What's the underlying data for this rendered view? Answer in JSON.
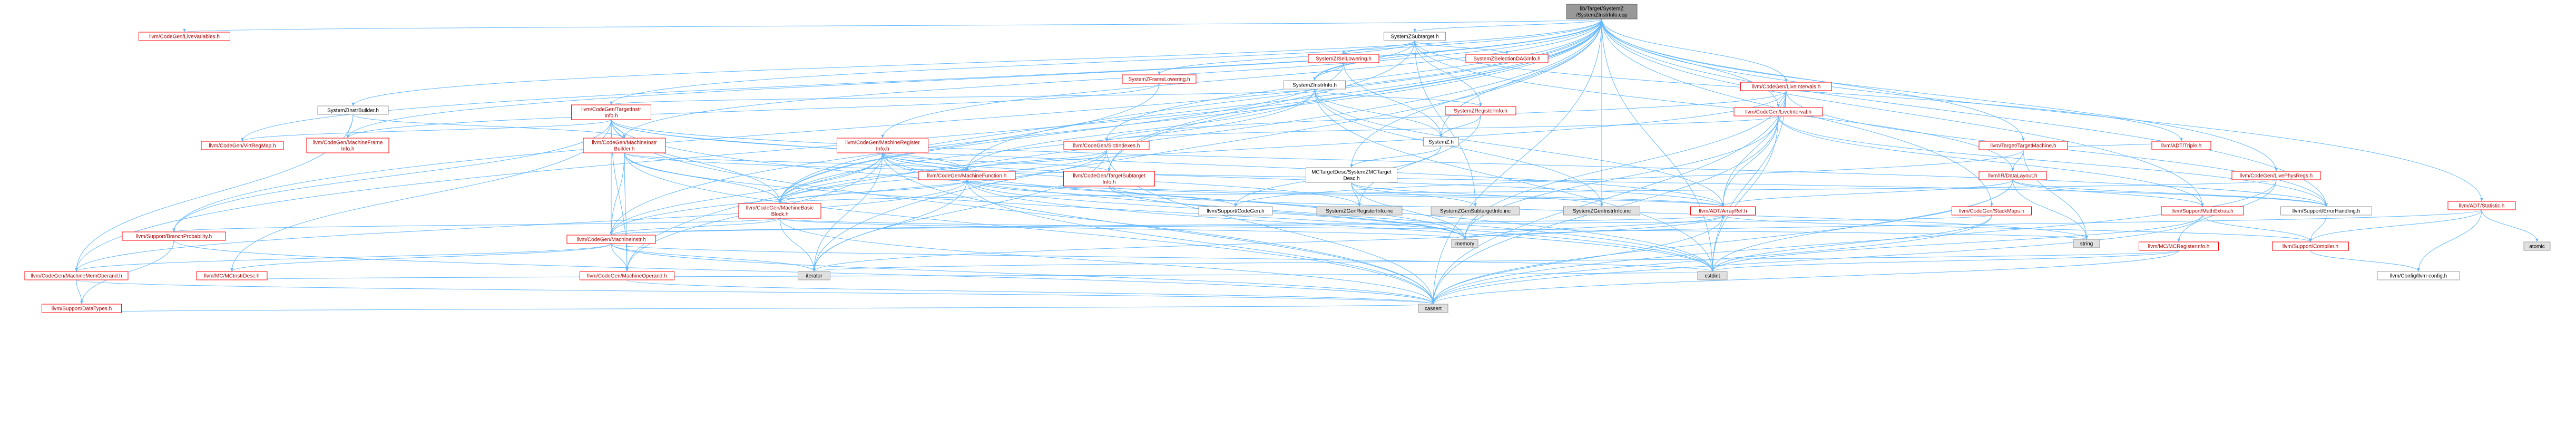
{
  "colors": {
    "edge": "#63b8ff",
    "root_fill": "#999999",
    "root_border": "#666666",
    "red_border": "#ff0000",
    "gray_border": "#999999",
    "node_fill": "#ffffff",
    "external_fill": "#e0e0e0",
    "text": "#000000",
    "red_text": "#b00000"
  },
  "nodes": [
    {
      "id": "root",
      "lines": [
        "lib/Target/SystemZ",
        "/SystemZInstrInfo.cpp"
      ],
      "style": "root"
    },
    {
      "id": "SystemZSubtarget",
      "lines": [
        "SystemZSubtarget.h"
      ],
      "style": "gray"
    },
    {
      "id": "SystemZISelLowering",
      "lines": [
        "SystemZISelLowering.h"
      ],
      "style": "red"
    },
    {
      "id": "SystemZSelectionDAGInfo",
      "lines": [
        "SystemZSelectionDAGInfo.h"
      ],
      "style": "red"
    },
    {
      "id": "SystemZFrameLowering",
      "lines": [
        "SystemZFrameLowering.h"
      ],
      "style": "red"
    },
    {
      "id": "SystemZInstrInfo",
      "lines": [
        "SystemZInstrInfo.h"
      ],
      "style": "gray"
    },
    {
      "id": "SystemZInstrBuilder",
      "lines": [
        "SystemZInstrBuilder.h"
      ],
      "style": "gray"
    },
    {
      "id": "TargetInstrInfo",
      "lines": [
        "llvm/CodeGen/TargetInstr",
        "Info.h"
      ],
      "style": "red"
    },
    {
      "id": "MachineRegisterInfo",
      "lines": [
        "llvm/CodeGen/MachineRegister",
        "Info.h"
      ],
      "style": "red"
    },
    {
      "id": "SlotIndexes",
      "lines": [
        "llvm/CodeGen/SlotIndexes.h"
      ],
      "style": "red"
    },
    {
      "id": "SystemZRegisterInfo",
      "lines": [
        "SystemZRegisterInfo.h"
      ],
      "style": "red"
    },
    {
      "id": "SystemZ",
      "lines": [
        "SystemZ.h"
      ],
      "style": "gray"
    },
    {
      "id": "MCTargetDesc",
      "lines": [
        "MCTargetDesc/SystemZMCTarget",
        "Desc.h"
      ],
      "style": "gray"
    },
    {
      "id": "LiveVariables",
      "lines": [
        "llvm/CodeGen/LiveVariables.h"
      ],
      "style": "red"
    },
    {
      "id": "VirtRegMap",
      "lines": [
        "llvm/CodeGen/VirtRegMap.h"
      ],
      "style": "red"
    },
    {
      "id": "MachineFrameInfo",
      "lines": [
        "llvm/CodeGen/MachineFrame",
        "Info.h"
      ],
      "style": "red"
    },
    {
      "id": "MachineInstrBuilder",
      "lines": [
        "llvm/CodeGen/MachineInstr",
        "Builder.h"
      ],
      "style": "red"
    },
    {
      "id": "MachineFunction",
      "lines": [
        "llvm/CodeGen/MachineFunction.h"
      ],
      "style": "red"
    },
    {
      "id": "TargetSubtargetInfo",
      "lines": [
        "llvm/CodeGen/TargetSubtarget",
        "Info.h"
      ],
      "style": "red"
    },
    {
      "id": "LiveIntervals",
      "lines": [
        "llvm/CodeGen/LiveIntervals.h"
      ],
      "style": "red"
    },
    {
      "id": "LiveInterval",
      "lines": [
        "llvm/CodeGen/LiveInterval.h"
      ],
      "style": "red"
    },
    {
      "id": "TargetMachine",
      "lines": [
        "llvm/Target/TargetMachine.h"
      ],
      "style": "red"
    },
    {
      "id": "DataLayout",
      "lines": [
        "llvm/IR/DataLayout.h"
      ],
      "style": "red"
    },
    {
      "id": "LivePhysRegs",
      "lines": [
        "llvm/CodeGen/LivePhysRegs.h"
      ],
      "style": "red"
    },
    {
      "id": "Statistic",
      "lines": [
        "llvm/ADT/Statistic.h"
      ],
      "style": "red"
    },
    {
      "id": "MachineBasicBlock",
      "lines": [
        "llvm/CodeGen/MachineBasic",
        "Block.h"
      ],
      "style": "red"
    },
    {
      "id": "SupportCodeGen",
      "lines": [
        "llvm/Support/CodeGen.h"
      ],
      "style": "gray"
    },
    {
      "id": "SubtargetInfoInc",
      "lines": [
        "SystemZGenSubtargetInfo.inc"
      ],
      "style": "external"
    },
    {
      "id": "InstrInfoInc",
      "lines": [
        "SystemZGenInstrInfo.inc"
      ],
      "style": "external"
    },
    {
      "id": "RegisterInfoInc",
      "lines": [
        "SystemZGenRegisterInfo.inc"
      ],
      "style": "external"
    },
    {
      "id": "ArrayRef",
      "lines": [
        "llvm/ADT/ArrayRef.h"
      ],
      "style": "red"
    },
    {
      "id": "StackMaps",
      "lines": [
        "llvm/CodeGen/StackMaps.h"
      ],
      "style": "red"
    },
    {
      "id": "ADTTriple",
      "lines": [
        "llvm/ADT/Triple.h"
      ],
      "style": "red"
    },
    {
      "id": "ErrorHandling",
      "lines": [
        "llvm/Support/ErrorHandling.h"
      ],
      "style": "gray"
    },
    {
      "id": "MathExtras",
      "lines": [
        "llvm/Support/MathExtras.h"
      ],
      "style": "red"
    },
    {
      "id": "BranchProbability",
      "lines": [
        "llvm/Support/BranchProbability.h"
      ],
      "style": "red"
    },
    {
      "id": "MachineInstr",
      "lines": [
        "llvm/CodeGen/MachineInstr.h"
      ],
      "style": "red"
    },
    {
      "id": "MCRegisterInfo",
      "lines": [
        "llvm/MC/MCRegisterInfo.h"
      ],
      "style": "red"
    },
    {
      "id": "SupportCompiler",
      "lines": [
        "llvm/Support/Compiler.h"
      ],
      "style": "red"
    },
    {
      "id": "atomic",
      "lines": [
        "atomic"
      ],
      "style": "external"
    },
    {
      "id": "memory",
      "lines": [
        "memory"
      ],
      "style": "external"
    },
    {
      "id": "string",
      "lines": [
        "string"
      ],
      "style": "external"
    },
    {
      "id": "iterator",
      "lines": [
        "iterator"
      ],
      "style": "external"
    },
    {
      "id": "cstdint",
      "lines": [
        "cstdint"
      ],
      "style": "external"
    },
    {
      "id": "cassert",
      "lines": [
        "cassert"
      ],
      "style": "external"
    },
    {
      "id": "MachineMemOperand",
      "lines": [
        "llvm/CodeGen/MachineMemOperand.h"
      ],
      "style": "red"
    },
    {
      "id": "MCInstrDesc",
      "lines": [
        "llvm/MC/MCInstrDesc.h"
      ],
      "style": "red"
    },
    {
      "id": "MachineOperand",
      "lines": [
        "llvm/CodeGen/MachineOperand.h"
      ],
      "style": "red"
    },
    {
      "id": "DataTypes",
      "lines": [
        "llvm/Support/DataTypes.h"
      ],
      "style": "red"
    },
    {
      "id": "LlvmConfig",
      "lines": [
        "llvm/Config/llvm-config.h"
      ],
      "style": "gray"
    }
  ],
  "edges": [
    [
      "root",
      "SystemZSubtarget"
    ],
    [
      "root",
      "LiveVariables"
    ],
    [
      "root",
      "VirtRegMap"
    ],
    [
      "root",
      "MachineFrameInfo"
    ],
    [
      "root",
      "SystemZInstrBuilder"
    ],
    [
      "root",
      "TargetInstrInfo"
    ],
    [
      "root",
      "MachineRegisterInfo"
    ],
    [
      "root",
      "SlotIndexes"
    ],
    [
      "root",
      "SystemZ"
    ],
    [
      "root",
      "MCTargetDesc"
    ],
    [
      "root",
      "SystemZInstrInfo"
    ],
    [
      "root",
      "MachineFunction"
    ],
    [
      "root",
      "MachineInstrBuilder"
    ],
    [
      "root",
      "MachineBasicBlock"
    ],
    [
      "root",
      "MachineInstr"
    ],
    [
      "root",
      "MachineMemOperand"
    ],
    [
      "root",
      "MachineOperand"
    ],
    [
      "root",
      "BranchProbability"
    ],
    [
      "root",
      "LiveIntervals"
    ],
    [
      "root",
      "LiveInterval"
    ],
    [
      "root",
      "TargetMachine"
    ],
    [
      "root",
      "LivePhysRegs"
    ],
    [
      "root",
      "Statistic"
    ],
    [
      "root",
      "StackMaps"
    ],
    [
      "root",
      "TargetSubtargetInfo"
    ],
    [
      "root",
      "ErrorHandling"
    ],
    [
      "root",
      "MathExtras"
    ],
    [
      "root",
      "cassert"
    ],
    [
      "root",
      "cstdint"
    ],
    [
      "root",
      "iterator"
    ],
    [
      "root",
      "InstrInfoInc"
    ],
    [
      "SystemZSubtarget",
      "SystemZISelLowering"
    ],
    [
      "SystemZSubtarget",
      "SystemZSelectionDAGInfo"
    ],
    [
      "SystemZSubtarget",
      "SystemZFrameLowering"
    ],
    [
      "SystemZSubtarget",
      "SystemZInstrInfo"
    ],
    [
      "SystemZSubtarget",
      "SystemZRegisterInfo"
    ],
    [
      "SystemZSubtarget",
      "TargetSubtargetInfo"
    ],
    [
      "SystemZSubtarget",
      "ADTTriple"
    ],
    [
      "SystemZSubtarget",
      "DataLayout"
    ],
    [
      "SystemZSubtarget",
      "SubtargetInfoInc"
    ],
    [
      "SystemZISelLowering",
      "SystemZ"
    ],
    [
      "SystemZISelLowering",
      "SystemZInstrInfo"
    ],
    [
      "SystemZISelLowering",
      "MachineBasicBlock"
    ],
    [
      "SystemZFrameLowering",
      "MachineFrameInfo"
    ],
    [
      "SystemZFrameLowering",
      "MachineBasicBlock"
    ],
    [
      "SystemZInstrInfo",
      "SystemZ"
    ],
    [
      "SystemZInstrInfo",
      "SystemZRegisterInfo"
    ],
    [
      "SystemZInstrInfo",
      "TargetInstrInfo"
    ],
    [
      "SystemZInstrInfo",
      "MachineFunction"
    ],
    [
      "SystemZInstrInfo",
      "MachineBasicBlock"
    ],
    [
      "SystemZInstrInfo",
      "ArrayRef"
    ],
    [
      "SystemZInstrInfo",
      "cstdint"
    ],
    [
      "SystemZInstrInfo",
      "InstrInfoInc"
    ],
    [
      "SystemZInstrBuilder",
      "MachineFrameInfo"
    ],
    [
      "SystemZInstrBuilder",
      "MachineInstrBuilder"
    ],
    [
      "SystemZInstrBuilder",
      "MachineMemOperand"
    ],
    [
      "TargetInstrInfo",
      "ArrayRef"
    ],
    [
      "TargetInstrInfo",
      "MachineBasicBlock"
    ],
    [
      "TargetInstrInfo",
      "MachineFunction"
    ],
    [
      "TargetInstrInfo",
      "MachineInstr"
    ],
    [
      "TargetInstrInfo",
      "MachineOperand"
    ],
    [
      "TargetInstrInfo",
      "MachineInstrBuilder"
    ],
    [
      "TargetInstrInfo",
      "BranchProbability"
    ],
    [
      "TargetInstrInfo",
      "ErrorHandling"
    ],
    [
      "TargetInstrInfo",
      "cassert"
    ],
    [
      "TargetInstrInfo",
      "cstdint"
    ],
    [
      "TargetInstrInfo",
      "MCInstrDesc"
    ],
    [
      "TargetInstrInfo",
      "VirtRegMap"
    ],
    [
      "MachineRegisterInfo",
      "MachineBasicBlock"
    ],
    [
      "MachineRegisterInfo",
      "MachineFunction"
    ],
    [
      "MachineRegisterInfo",
      "MachineInstr"
    ],
    [
      "MachineRegisterInfo",
      "MachineOperand"
    ],
    [
      "MachineRegisterInfo",
      "TargetSubtargetInfo"
    ],
    [
      "MachineRegisterInfo",
      "ArrayRef"
    ],
    [
      "MachineRegisterInfo",
      "iterator"
    ],
    [
      "MachineRegisterInfo",
      "memory"
    ],
    [
      "MachineRegisterInfo",
      "cassert"
    ],
    [
      "MachineRegisterInfo",
      "cstdint"
    ],
    [
      "MachineRegisterInfo",
      "RegisterInfoInc"
    ],
    [
      "SlotIndexes",
      "MachineBasicBlock"
    ],
    [
      "SlotIndexes",
      "MachineFunction"
    ],
    [
      "SlotIndexes",
      "MachineInstr"
    ],
    [
      "SlotIndexes",
      "iterator"
    ],
    [
      "SlotIndexes",
      "cassert"
    ],
    [
      "SystemZRegisterInfo",
      "SystemZ"
    ],
    [
      "SystemZRegisterInfo",
      "RegisterInfoInc"
    ],
    [
      "SystemZ",
      "MCTargetDesc"
    ],
    [
      "SystemZ",
      "SupportCodeGen"
    ],
    [
      "MCTargetDesc",
      "memory"
    ],
    [
      "MCTargetDesc",
      "SubtargetInfoInc"
    ],
    [
      "MCTargetDesc",
      "InstrInfoInc"
    ],
    [
      "MCTargetDesc",
      "RegisterInfoInc"
    ],
    [
      "MachineInstrBuilder",
      "MachineBasicBlock"
    ],
    [
      "MachineInstrBuilder",
      "MachineFunction"
    ],
    [
      "MachineInstrBuilder",
      "MachineInstr"
    ],
    [
      "MachineInstrBuilder",
      "MachineOperand"
    ],
    [
      "MachineInstrBuilder",
      "ErrorHandling"
    ],
    [
      "MachineInstrBuilder",
      "cassert"
    ],
    [
      "MachineInstrBuilder",
      "cstdint"
    ],
    [
      "MachineFunction",
      "ArrayRef"
    ],
    [
      "MachineFunction",
      "MachineBasicBlock"
    ],
    [
      "MachineFunction",
      "MachineMemOperand"
    ],
    [
      "MachineFunction",
      "iterator"
    ],
    [
      "MachineFunction",
      "cassert"
    ],
    [
      "MachineFunction",
      "cstdint"
    ],
    [
      "MachineFunction",
      "memory"
    ],
    [
      "MachineFunction",
      "string"
    ],
    [
      "TargetSubtargetInfo",
      "ArrayRef"
    ],
    [
      "TargetSubtargetInfo",
      "SupportCodeGen"
    ],
    [
      "TargetSubtargetInfo",
      "memory"
    ],
    [
      "LiveIntervals",
      "ArrayRef"
    ],
    [
      "LiveIntervals",
      "LiveInterval"
    ],
    [
      "LiveIntervals",
      "SlotIndexes"
    ],
    [
      "LiveIntervals",
      "MachineBasicBlock"
    ],
    [
      "LiveIntervals",
      "ErrorHandling"
    ],
    [
      "LiveIntervals",
      "cassert"
    ],
    [
      "LiveIntervals",
      "cstdint"
    ],
    [
      "LiveIntervals",
      "memory"
    ],
    [
      "LiveInterval",
      "ArrayRef"
    ],
    [
      "LiveInterval",
      "SlotIndexes"
    ],
    [
      "LiveInterval",
      "MathExtras"
    ],
    [
      "LiveInterval",
      "cassert"
    ],
    [
      "LiveInterval",
      "cstdint"
    ],
    [
      "LiveInterval",
      "memory"
    ],
    [
      "LiveInterval",
      "ErrorHandling"
    ],
    [
      "TargetMachine",
      "ADTTriple"
    ],
    [
      "TargetMachine",
      "DataLayout"
    ],
    [
      "TargetMachine",
      "SupportCodeGen"
    ],
    [
      "TargetMachine",
      "string"
    ],
    [
      "DataLayout",
      "ArrayRef"
    ],
    [
      "DataLayout",
      "ErrorHandling"
    ],
    [
      "DataLayout",
      "MathExtras"
    ],
    [
      "DataLayout",
      "cassert"
    ],
    [
      "DataLayout",
      "cstdint"
    ],
    [
      "DataLayout",
      "string"
    ],
    [
      "LivePhysRegs",
      "MCRegisterInfo"
    ],
    [
      "LivePhysRegs",
      "MachineBasicBlock"
    ],
    [
      "LivePhysRegs",
      "cassert"
    ],
    [
      "Statistic",
      "SupportCompiler"
    ],
    [
      "Statistic",
      "atomic"
    ],
    [
      "Statistic",
      "memory"
    ],
    [
      "Statistic",
      "LlvmConfig"
    ],
    [
      "MachineBasicBlock",
      "BranchProbability"
    ],
    [
      "MachineBasicBlock",
      "MachineInstr"
    ],
    [
      "MachineBasicBlock",
      "iterator"
    ],
    [
      "MachineBasicBlock",
      "cassert"
    ],
    [
      "MachineBasicBlock",
      "memory"
    ],
    [
      "MachineBasicBlock",
      "string"
    ],
    [
      "ArrayRef",
      "SupportCompiler"
    ],
    [
      "ArrayRef",
      "cassert"
    ],
    [
      "ArrayRef",
      "iterator"
    ],
    [
      "ArrayRef",
      "memory"
    ],
    [
      "StackMaps",
      "MachineInstr"
    ],
    [
      "StackMaps",
      "cassert"
    ],
    [
      "StackMaps",
      "cstdint"
    ],
    [
      "ErrorHandling",
      "SupportCompiler"
    ],
    [
      "MathExtras",
      "SupportCompiler"
    ],
    [
      "MathExtras",
      "cassert"
    ],
    [
      "MathExtras",
      "cstdint"
    ],
    [
      "BranchProbability",
      "DataTypes"
    ],
    [
      "BranchProbability",
      "cassert"
    ],
    [
      "MachineInstr",
      "MachineOperand"
    ],
    [
      "MachineInstr",
      "MachineMemOperand"
    ],
    [
      "MachineInstr",
      "MCInstrDesc"
    ],
    [
      "MachineInstr",
      "ArrayRef"
    ],
    [
      "MachineInstr",
      "iterator"
    ],
    [
      "MachineInstr",
      "cassert"
    ],
    [
      "MachineInstr",
      "cstdint"
    ],
    [
      "MCRegisterInfo",
      "iterator"
    ],
    [
      "MCRegisterInfo",
      "cassert"
    ],
    [
      "MCRegisterInfo",
      "cstdint"
    ],
    [
      "SupportCompiler",
      "LlvmConfig"
    ],
    [
      "MachineMemOperand",
      "DataTypes"
    ],
    [
      "MachineMemOperand",
      "cassert"
    ],
    [
      "MCInstrDesc",
      "cstdint"
    ],
    [
      "MachineOperand",
      "cassert"
    ],
    [
      "DataTypes",
      "cassert"
    ]
  ]
}
